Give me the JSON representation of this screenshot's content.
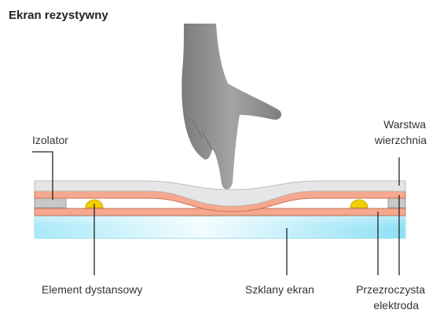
{
  "title": "Ekran rezystywny",
  "labels": {
    "insulator": "Izolator",
    "top_layer_line1": "Warstwa",
    "top_layer_line2": "wierzchnia",
    "spacer": "Element dystansowy",
    "glass": "Szklany ekran",
    "electrode_line1": "Przezroczysta",
    "electrode_line2": "elektroda"
  },
  "colors": {
    "top_layer": "#e6e6e6",
    "top_layer_edge": "#bdbdbd",
    "electrode": "#f5a88d",
    "electrode_edge": "#c9735a",
    "spacer": "#f4d000",
    "insulator": "#c8c8c8",
    "glass_light": "#e3f7fd",
    "glass_dark": "#8ee0f5",
    "hand": "#8f8f8f",
    "leader": "#222222",
    "text": "#333333"
  },
  "icons": {
    "hand": "pointing-hand-icon"
  }
}
